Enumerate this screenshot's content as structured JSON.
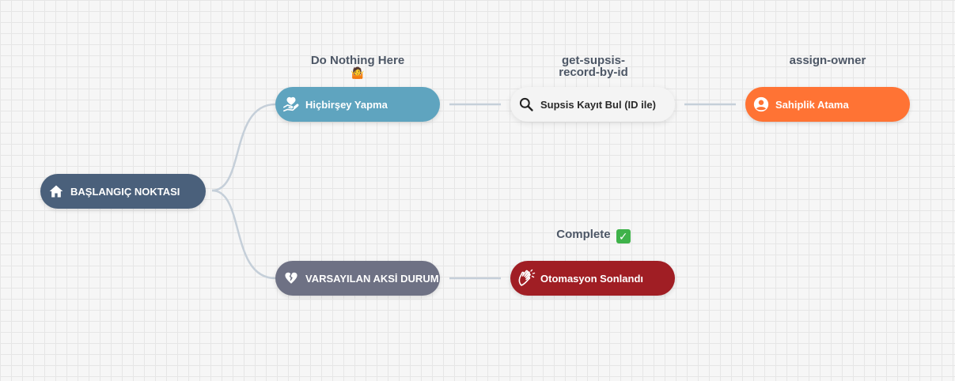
{
  "nodes": {
    "start": {
      "label": "BAŞLANGIÇ NOKTASI",
      "icon": "home-icon",
      "color": "#4a607b"
    },
    "do_nothing": {
      "label": "Hiçbirşey Yapma",
      "icon": "hand-heart-icon",
      "color": "#5fa4bf",
      "caption": "Do Nothing Here",
      "caption_icon": "🤷"
    },
    "default_else": {
      "label": "VARSAYILAN AKSİ DURUM",
      "icon": "broken-heart-icon",
      "color": "#6e7184"
    },
    "search": {
      "label": "Supsis Kayıt Bul (ID ile)",
      "icon": "search-icon",
      "color": "#f4f4f4",
      "caption": "get-supsis-record-by-id"
    },
    "owner": {
      "label": "Sahiplik Atama",
      "icon": "user-circle-icon",
      "color": "#ff7334",
      "caption": "assign-owner"
    },
    "end": {
      "label": "Otomasyon Sonlandı",
      "icon": "clap-icon",
      "color": "#a01e24",
      "caption": "Complete",
      "caption_icon": "✓"
    }
  }
}
